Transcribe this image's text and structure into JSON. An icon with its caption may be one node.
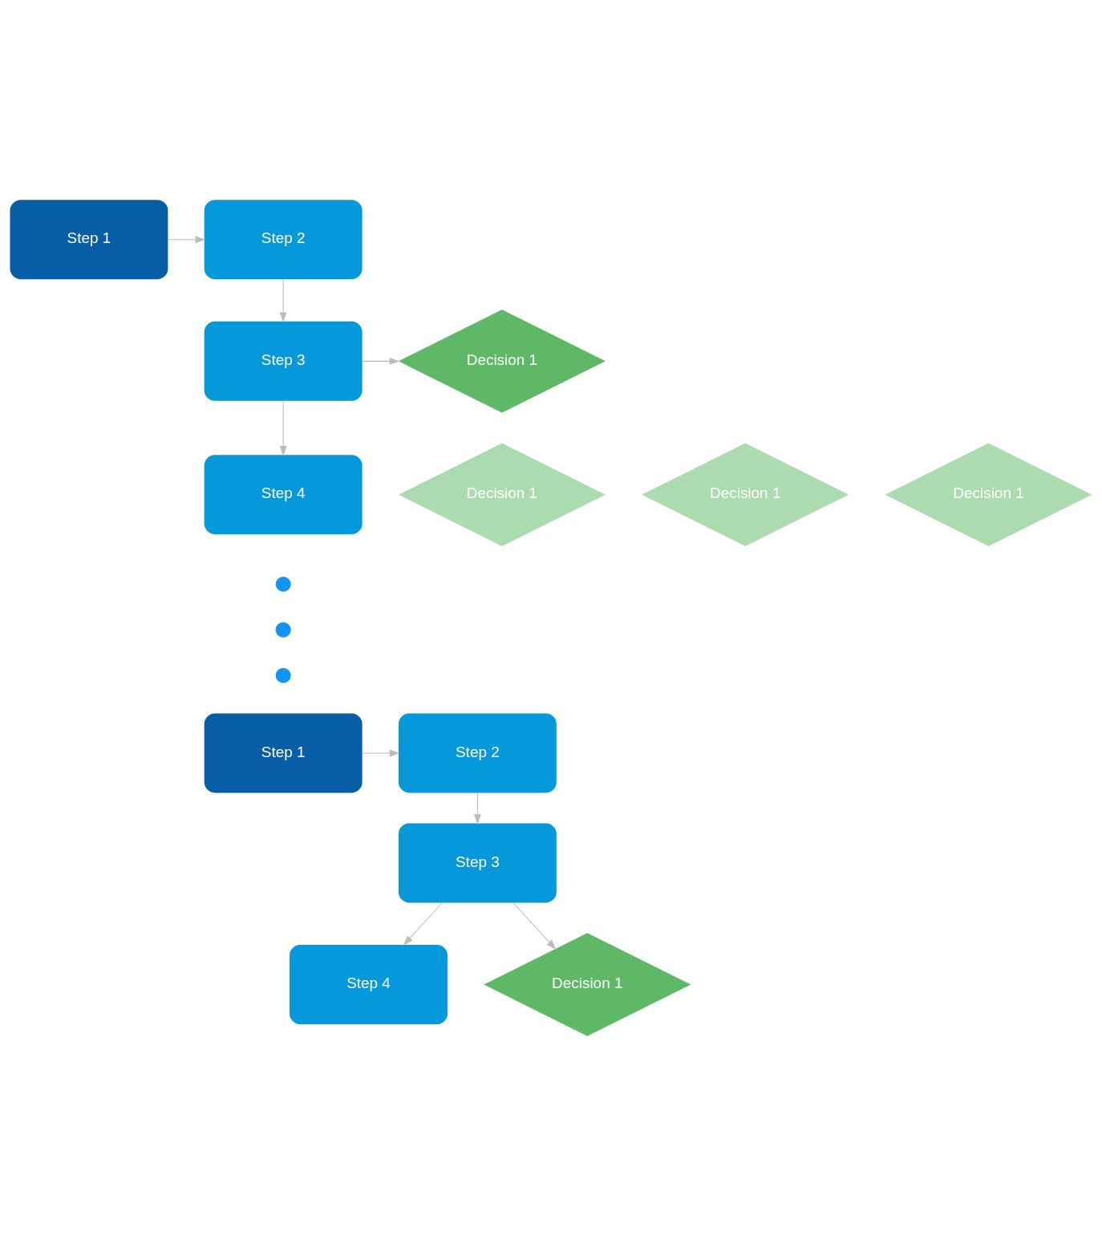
{
  "diagram": {
    "nodes": [
      {
        "text": [
          "Step 1"
        ]
      },
      {
        "text": [
          "Step 2"
        ]
      },
      {
        "text": [
          "Step 3"
        ]
      },
      {
        "text": [
          "Decision 1"
        ]
      },
      {
        "text": [
          "Decision 1"
        ]
      },
      {
        "text": [
          "Decision 1"
        ]
      },
      {
        "text": [
          "Step 4"
        ]
      },
      {
        "text": [
          "Decision 1"
        ]
      },
      {
        "text": [],
        "shape": "circle"
      },
      {
        "text": [],
        "shape": "circle"
      },
      {
        "text": [],
        "shape": "circle"
      },
      {
        "text": [
          "Step 1"
        ]
      },
      {
        "text": [
          "Step 2"
        ]
      },
      {
        "text": [
          "Step 3"
        ]
      },
      {
        "text": [
          "Step 4"
        ]
      },
      {
        "text": [
          "Decision 1"
        ]
      }
    ],
    "edges": [
      {
        "from": 0,
        "to": 1,
        "arrow": "to"
      },
      {
        "from": 1,
        "to": 2,
        "arrow": "to"
      },
      {
        "from": 2,
        "to": 3,
        "arrow": "to"
      },
      {
        "from": 2,
        "to": 6,
        "arrow": "to"
      },
      {
        "from": 11,
        "to": 12,
        "arrow": "to"
      },
      {
        "from": 12,
        "to": 13,
        "arrow": "to"
      },
      {
        "from": 13,
        "to": 14,
        "arrow": "to"
      },
      {
        "from": 13,
        "to": 15,
        "arrow": "to"
      }
    ]
  }
}
